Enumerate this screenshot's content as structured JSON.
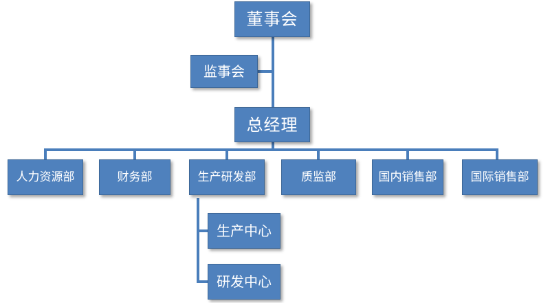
{
  "org_chart": {
    "board": "董事会",
    "supervisors": "监事会",
    "general_manager": "总经理",
    "departments": [
      "人力资源部",
      "财务部",
      "生产研发部",
      "质监部",
      "国内销售部",
      "国际销售部"
    ],
    "rd_centers": [
      "生产中心",
      "研发中心"
    ],
    "colors": {
      "box_fill": "#4f81bd",
      "box_border": "#3c6696",
      "line": "#4a7ebb",
      "text": "#ffffff"
    }
  }
}
